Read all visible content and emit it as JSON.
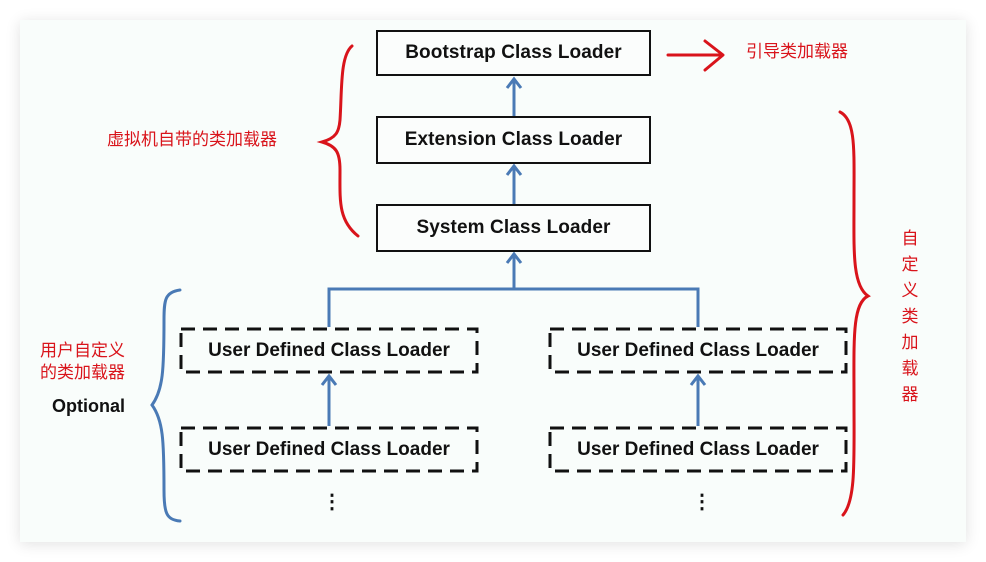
{
  "diagram": {
    "nodes": {
      "bootstrap": "Bootstrap Class Loader",
      "extension": "Extension Class Loader",
      "system": "System Class Loader",
      "user_left_1": "User Defined Class Loader",
      "user_left_2": "User Defined Class Loader",
      "user_right_1": "User Defined Class Loader",
      "user_right_2": "User Defined Class Loader"
    },
    "ellipsis": "⋮",
    "optional_label": "Optional",
    "annotations": {
      "bootstrap_cn": "引导类加载器",
      "builtin_cn": "虚拟机自带的类加载器",
      "user_defined_line1": "用户自定义",
      "user_defined_line2": "的类加载器",
      "custom_vertical": [
        "自",
        "定",
        "义",
        "类",
        "加",
        "载",
        "器"
      ]
    },
    "colors": {
      "arrow": "#4a7ab5",
      "annotation": "#d9141b",
      "brace_blue": "#4a7ab5",
      "box_border": "#111111"
    }
  }
}
